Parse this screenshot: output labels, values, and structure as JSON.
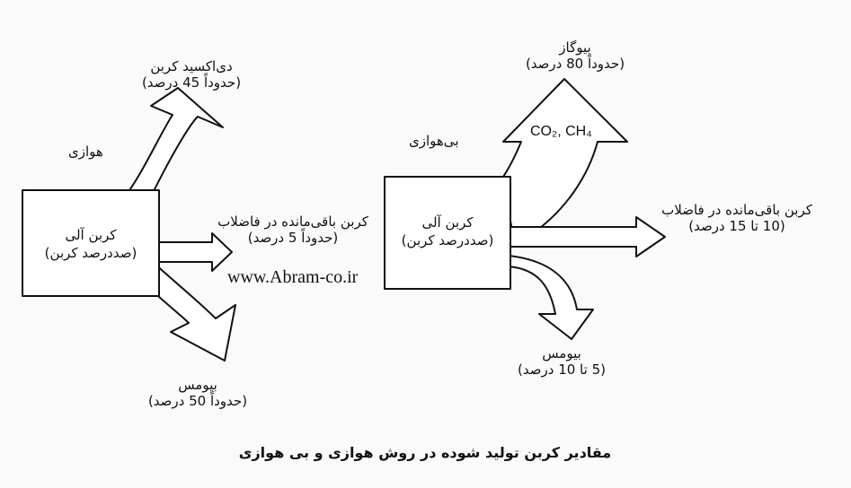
{
  "aerobic": {
    "process_label": "هوازی",
    "source_title": "کربن آلی",
    "source_sub": "(صددرصد کربن)",
    "co2_title": "دی‌اکسید کربن",
    "co2_share": "(حدوداً 45 درصد)",
    "residual_title": "کربن باقی‌مانده در فاضلاب",
    "residual_share": "(حدوداً 5 درصد)",
    "biomass_title": "بیومس",
    "biomass_share": "(حدوداً 50 درصد)"
  },
  "anaerobic": {
    "process_label": "بی‌هوازی",
    "source_title": "کربن آلی",
    "source_sub": "(صددرصد کربن)",
    "biogas_title": "بیوگاز",
    "biogas_share": "(حدوداً 80 درصد)",
    "gas_formula": "CO₂, CH₄",
    "residual_title": "کربن باقی‌مانده در فاضلاب",
    "residual_share": "(10 تا 15 درصد)",
    "biomass_title": "بیومس",
    "biomass_share": "(5 تا 10 درصد)"
  },
  "watermark": "www.Abram-co.ir",
  "caption": "مقادیر کربن تولید شوده در روش هوازی و بی هوازی"
}
